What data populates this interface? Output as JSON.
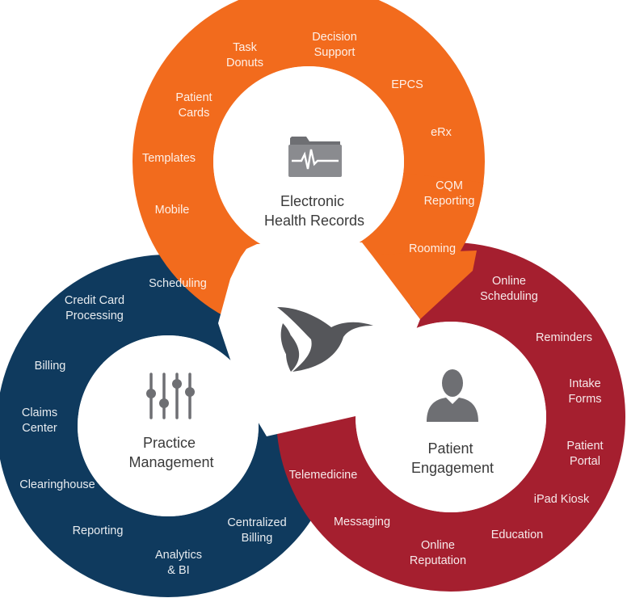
{
  "colors": {
    "ehr": "#F26B1D",
    "practice": "#0F3A5E",
    "engagement": "#A51F2F",
    "icon": "#6E6F73",
    "background": "#FFFFFF",
    "title_text": "#3A3A3A"
  },
  "center": {
    "logo_icon": "hummingbird-logo-icon"
  },
  "ehr": {
    "title_line1": "Electronic",
    "title_line2": "Health Records",
    "icon": "folder-heartbeat-icon",
    "features": [
      {
        "line1": "Task",
        "line2": "Donuts"
      },
      {
        "line1": "Decision",
        "line2": "Support"
      },
      {
        "line1": "EPCS",
        "line2": ""
      },
      {
        "line1": "eRx",
        "line2": ""
      },
      {
        "line1": "CQM",
        "line2": "Reporting"
      },
      {
        "line1": "Rooming",
        "line2": ""
      },
      {
        "line1": "Patient",
        "line2": "Cards"
      },
      {
        "line1": "Templates",
        "line2": ""
      },
      {
        "line1": "Mobile",
        "line2": ""
      }
    ]
  },
  "practice": {
    "title_line1": "Practice",
    "title_line2": "Management",
    "icon": "sliders-icon",
    "features": [
      {
        "line1": "Scheduling",
        "line2": ""
      },
      {
        "line1": "Credit Card",
        "line2": "Processing"
      },
      {
        "line1": "Billing",
        "line2": ""
      },
      {
        "line1": "Claims",
        "line2": "Center"
      },
      {
        "line1": "Clearinghouse",
        "line2": ""
      },
      {
        "line1": "Reporting",
        "line2": ""
      },
      {
        "line1": "Analytics",
        "line2": "& BI"
      },
      {
        "line1": "Centralized",
        "line2": "Billing"
      }
    ]
  },
  "engagement": {
    "title_line1": "Patient",
    "title_line2": "Engagement",
    "icon": "person-icon",
    "features": [
      {
        "line1": "Online",
        "line2": "Scheduling"
      },
      {
        "line1": "Reminders",
        "line2": ""
      },
      {
        "line1": "Intake",
        "line2": "Forms"
      },
      {
        "line1": "Patient",
        "line2": "Portal"
      },
      {
        "line1": "iPad Kiosk",
        "line2": ""
      },
      {
        "line1": "Education",
        "line2": ""
      },
      {
        "line1": "Online",
        "line2": "Reputation"
      },
      {
        "line1": "Messaging",
        "line2": ""
      },
      {
        "line1": "Telemedicine",
        "line2": ""
      }
    ]
  }
}
